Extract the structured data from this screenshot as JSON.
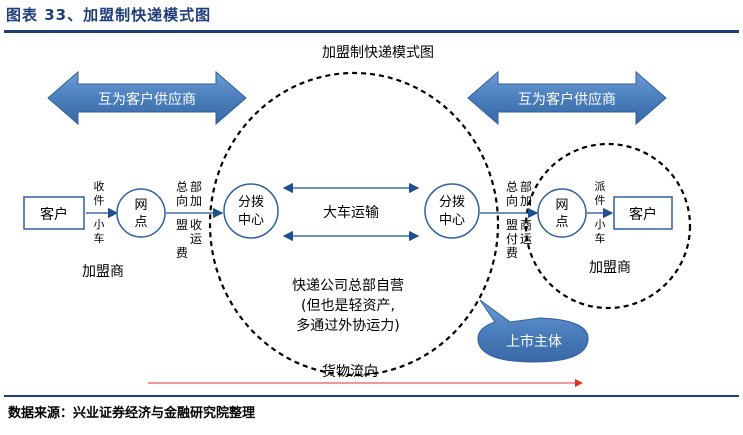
{
  "figure_title": "图表 33、加盟制快递模式图",
  "diagram": {
    "title": "加盟制快递模式图",
    "mutual_supplier_left": "互为客户供应商",
    "mutual_supplier_right": "互为客户供应商",
    "customer_left": "客户",
    "collect_label": [
      "收",
      "件"
    ],
    "small_truck_left": [
      "小",
      "车"
    ],
    "outlet_left": [
      "网",
      "点"
    ],
    "franchisee_left": "加盟商",
    "hq_to_franchise_collect": [
      "总",
      "部",
      "向",
      "加",
      "盟",
      "收",
      "运",
      "费"
    ],
    "sorting_center_left": [
      "分拨",
      "中心"
    ],
    "trunk_transport": "大车运输",
    "sorting_center_right": [
      "分拨",
      "中心"
    ],
    "hq_to_franchise_pay": [
      "总",
      "部",
      "向",
      "加",
      "盟",
      "商",
      "付",
      "运",
      "费"
    ],
    "outlet_right": [
      "网",
      "点"
    ],
    "deliver_label": [
      "派",
      "件"
    ],
    "small_truck_right": [
      "小",
      "车"
    ],
    "customer_right": "客户",
    "franchisee_right": "加盟商",
    "hq_self_operated": "快递公司总部自营",
    "asset_light_1": "(但也是轻资产,",
    "asset_light_2": "多通过外协运力)",
    "listed_entity": "上市主体",
    "goods_flow": "货物流向"
  },
  "source": "数据来源：兴业证券经济与金融研究院整理",
  "colors": {
    "accent": "#1f3e7a",
    "callout_blue": "#4a7ebd",
    "flow_arrow": "#e0302c"
  }
}
